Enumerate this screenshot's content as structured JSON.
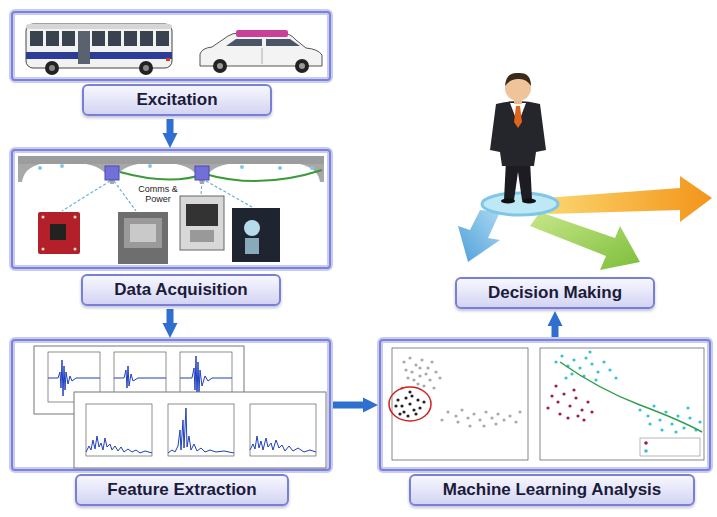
{
  "diagram": {
    "nodes": [
      {
        "text": [
          "Excitation"
        ]
      },
      {
        "text": [
          "Data Acquisition"
        ]
      },
      {
        "text": [
          "Feature Extraction"
        ]
      },
      {
        "text": [
          "Machine Learning Analysis"
        ]
      },
      {
        "text": [
          "Decision Making"
        ]
      }
    ],
    "edges": [
      {
        "from": 0,
        "to": 1,
        "arrow": "to"
      },
      {
        "from": 1,
        "to": 2,
        "arrow": "to"
      },
      {
        "from": 2,
        "to": 3,
        "arrow": "to"
      },
      {
        "from": 3,
        "to": 4,
        "arrow": "to"
      }
    ],
    "labels": [
      "Comms & Power"
    ]
  }
}
